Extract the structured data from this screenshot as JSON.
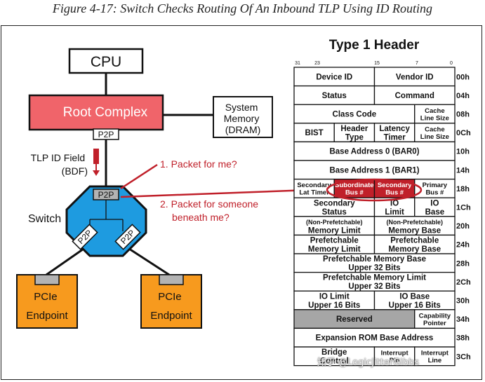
{
  "caption": "Figure 4-17: Switch Checks Routing Of An Inbound TLP Using ID Routing",
  "left": {
    "cpu": "CPU",
    "root_complex": "Root Complex",
    "system_memory": [
      "System",
      "Memory",
      "(DRAM)"
    ],
    "p2p": "P2P",
    "tlp_label": [
      "TLP ID Field",
      "(BDF)"
    ],
    "switch": "Switch",
    "pcie_left": [
      "PCIe",
      "Endpoint"
    ],
    "pcie_right": [
      "PCIe",
      "Endpoint"
    ],
    "annotation1": "1. Packet for me?",
    "annotation2": [
      "2. Packet for someone",
      "beneath me?"
    ]
  },
  "header": {
    "title": "Type 1 Header",
    "bits": [
      "31",
      "23",
      "15",
      "7",
      "0"
    ],
    "rows": [
      {
        "offset": "00h",
        "cells": [
          {
            "t": [
              "Device ID"
            ],
            "w": 2
          },
          {
            "t": [
              "Vendor ID"
            ],
            "w": 2
          }
        ]
      },
      {
        "offset": "04h",
        "cells": [
          {
            "t": [
              "Status"
            ],
            "w": 2
          },
          {
            "t": [
              "Command"
            ],
            "w": 2
          }
        ]
      },
      {
        "offset": "08h",
        "cells": [
          {
            "t": [
              "Class Code"
            ],
            "w": 3
          },
          {
            "t": [
              "Cache",
              "Line Size"
            ],
            "w": 1,
            "small": true
          }
        ]
      },
      {
        "offset": "0Ch",
        "cells": [
          {
            "t": [
              "BIST"
            ],
            "w": 1
          },
          {
            "t": [
              "Header",
              "Type"
            ],
            "w": 1
          },
          {
            "t": [
              "Latency",
              "Timer"
            ],
            "w": 1
          },
          {
            "t": [
              "Cache",
              "Line Size"
            ],
            "w": 1,
            "small": true
          }
        ]
      },
      {
        "offset": "10h",
        "cells": [
          {
            "t": [
              "Base Address 0 (BAR0)"
            ],
            "w": 4
          }
        ]
      },
      {
        "offset": "14h",
        "cells": [
          {
            "t": [
              "Base Address 1 (BAR1)"
            ],
            "w": 4
          }
        ]
      },
      {
        "offset": "18h",
        "cells": [
          {
            "t": [
              "Secondary",
              "Lat Timer"
            ],
            "w": 1,
            "small": true
          },
          {
            "t": [
              "Subordinate",
              "Bus #"
            ],
            "w": 1,
            "hl": true
          },
          {
            "t": [
              "Secondary",
              "Bus #"
            ],
            "w": 1,
            "hl": true
          },
          {
            "t": [
              "Primary",
              "Bus #"
            ],
            "w": 1,
            "small": true
          }
        ]
      },
      {
        "offset": "1Ch",
        "cells": [
          {
            "t": [
              "Secondary",
              "Status"
            ],
            "w": 2
          },
          {
            "t": [
              "IO",
              "Limit"
            ],
            "w": 1
          },
          {
            "t": [
              "IO",
              "Base"
            ],
            "w": 1
          }
        ]
      },
      {
        "offset": "20h",
        "cells": [
          {
            "t": [
              "(Non-Prefetchable)",
              "Memory Limit"
            ],
            "w": 2,
            "mix": true
          },
          {
            "t": [
              "(Non-Prefetchable)",
              "Memory Base"
            ],
            "w": 2,
            "mix": true
          }
        ]
      },
      {
        "offset": "24h",
        "cells": [
          {
            "t": [
              "Prefetchable",
              "Memory Limit"
            ],
            "w": 2
          },
          {
            "t": [
              "Prefetchable",
              "Memory Base"
            ],
            "w": 2
          }
        ]
      },
      {
        "offset": "28h",
        "cells": [
          {
            "t": [
              "Prefetchable Memory Base",
              "Upper 32 Bits"
            ],
            "w": 4
          }
        ]
      },
      {
        "offset": "2Ch",
        "cells": [
          {
            "t": [
              "Prefetchable Memory Limit",
              "Upper 32 Bits"
            ],
            "w": 4
          }
        ]
      },
      {
        "offset": "30h",
        "cells": [
          {
            "t": [
              "IO Limit",
              "Upper 16 Bits"
            ],
            "w": 2
          },
          {
            "t": [
              "IO Base",
              "Upper 16 Bits"
            ],
            "w": 2
          }
        ]
      },
      {
        "offset": "34h",
        "cells": [
          {
            "t": [
              "Reserved"
            ],
            "w": 3,
            "gray": true
          },
          {
            "t": [
              "Capability",
              "Pointer"
            ],
            "w": 1,
            "small": true
          }
        ]
      },
      {
        "offset": "38h",
        "cells": [
          {
            "t": [
              "Expansion ROM Base Address"
            ],
            "w": 4
          }
        ]
      },
      {
        "offset": "3Ch",
        "cells": [
          {
            "t": [
              "Bridge",
              "Control"
            ],
            "w": 2
          },
          {
            "t": [
              "Interrupt",
              "Pin"
            ],
            "w": 1,
            "small": true
          },
          {
            "t": [
              "Interrupt",
              "Line"
            ],
            "w": 1,
            "small": true
          }
        ]
      }
    ]
  },
  "watermark": "知乎 @LogicJitterGibbs",
  "colors": {
    "red": "#c0202a",
    "root": "#f0646a",
    "switch": "#1e9be0",
    "endpoint": "#f79a1e",
    "gray": "#a6a6a6"
  }
}
